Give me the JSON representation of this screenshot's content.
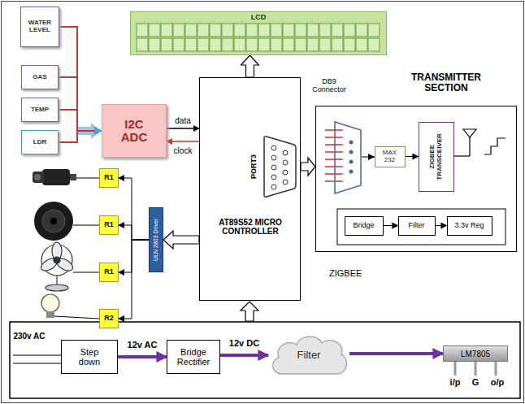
{
  "diagram": {
    "nodes": [
      {
        "text": [
          "LCD"
        ]
      },
      {
        "text": [
          "WATER LEVEL"
        ]
      },
      {
        "text": [
          "GAS"
        ]
      },
      {
        "text": [
          "TEMP"
        ]
      },
      {
        "text": [
          "LDR"
        ]
      },
      {
        "text": [
          "I2C ADC"
        ]
      },
      {
        "text": [
          "AT89S52 MICRO CONTROLLER"
        ]
      },
      {
        "text": [
          "TRANSMITTER SECTION"
        ]
      },
      {
        "text": [
          "MAX 232"
        ],
        "in": 7
      },
      {
        "text": [
          "ZIGBEE TRANSCEIVER"
        ],
        "in": 7
      },
      {
        "text": [
          "Bridge"
        ],
        "in": 7
      },
      {
        "text": [
          "Filter"
        ],
        "in": 7
      },
      {
        "text": [
          "3.3v Reg"
        ],
        "in": 7
      },
      {
        "text": [
          "R1"
        ]
      },
      {
        "text": [
          "R1"
        ]
      },
      {
        "text": [
          "R1"
        ]
      },
      {
        "text": [
          "R2"
        ]
      },
      {
        "text": [
          "ULN 2803 Driver"
        ]
      },
      {
        "text": [
          "Step down"
        ]
      },
      {
        "text": [
          "Bridge Rectifier"
        ]
      },
      {
        "text": [
          "Filter"
        ]
      },
      {
        "text": [
          "LM7805"
        ]
      }
    ],
    "edges": [
      {
        "from": 1,
        "to": 5,
        "arrow": "to"
      },
      {
        "from": 2,
        "to": 5,
        "arrow": "to"
      },
      {
        "from": 3,
        "to": 5,
        "arrow": "to"
      },
      {
        "from": 4,
        "to": 5,
        "arrow": "to"
      },
      {
        "from": 5,
        "to": 6,
        "label": "data",
        "arrow": "to"
      },
      {
        "from": 6,
        "to": 5,
        "label": "clock",
        "arrow": "to"
      },
      {
        "from": 6,
        "to": 0,
        "arrow": "to"
      },
      {
        "from": 6,
        "to": 17,
        "arrow": "to"
      },
      {
        "from": 17,
        "to": 13,
        "arrow": "to"
      },
      {
        "from": 17,
        "to": 14,
        "arrow": "to"
      },
      {
        "from": 17,
        "to": 15,
        "arrow": "to"
      },
      {
        "from": 17,
        "to": 16,
        "arrow": "to"
      },
      {
        "from": 6,
        "to": 7,
        "arrow": "to"
      },
      {
        "from": 8,
        "to": 9,
        "arrow": "to"
      },
      {
        "from": 10,
        "to": 11,
        "arrow": "to"
      },
      {
        "from": 11,
        "to": 12,
        "arrow": "to"
      },
      {
        "from": 18,
        "to": 19,
        "label": "12v AC",
        "arrow": "to"
      },
      {
        "from": 19,
        "to": 20,
        "label": "12v DC",
        "arrow": "to"
      },
      {
        "from": 20,
        "to": 21,
        "arrow": "to"
      }
    ],
    "labels": [
      "PORT3",
      "DB9 Connector",
      "ZIGBEE",
      "230v AC",
      "i/p",
      "G",
      "o/p"
    ]
  }
}
